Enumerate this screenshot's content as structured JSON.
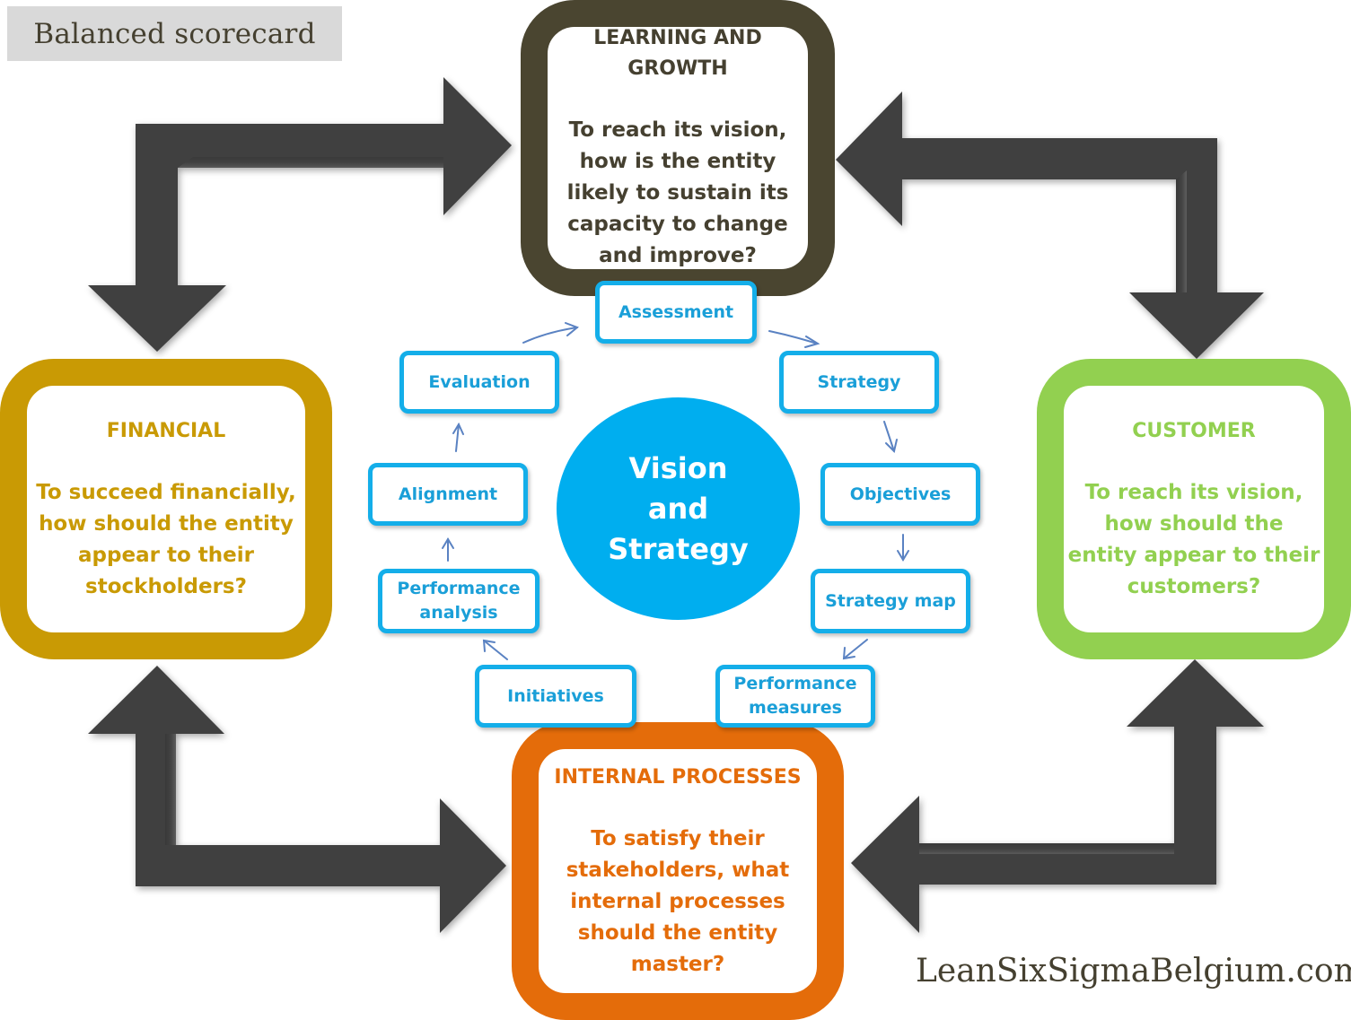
{
  "title": "Balanced scorecard",
  "watermark": "LeanSixSigmaBelgium.com",
  "colors": {
    "learning": "#4a4530",
    "financial": "#c99a04",
    "customer": "#92d050",
    "internal": "#e46c0a",
    "vision": "#00aeef",
    "step_border": "#14aee9",
    "step_text": "#1a9fd8",
    "big_arrow": "#404040",
    "flow_arrow": "#4f7fc0"
  },
  "perspectives": {
    "learning": {
      "title_line1": "LEARNING AND",
      "title_line2": "GROWTH",
      "question": [
        "To reach its vision,",
        "how is the entity",
        "likely to sustain its",
        "capacity to change",
        "and improve?"
      ]
    },
    "financial": {
      "title": "FINANCIAL",
      "question": [
        "To succeed financially,",
        "how should the entity",
        "appear to their",
        "stockholders?"
      ]
    },
    "customer": {
      "title": "CUSTOMER",
      "question": [
        "To reach its vision,",
        "how should the",
        "entity appear to their",
        "customers?"
      ]
    },
    "internal": {
      "title": "INTERNAL PROCESSES",
      "question": [
        "To satisfy their",
        "stakeholders, what",
        "internal processes",
        "should the entity",
        "master?"
      ]
    }
  },
  "center": {
    "lines": [
      "Vision",
      "and",
      "Strategy"
    ]
  },
  "cycle_steps": [
    {
      "line1": "Assessment",
      "line2": ""
    },
    {
      "line1": "Strategy",
      "line2": ""
    },
    {
      "line1": "Objectives",
      "line2": ""
    },
    {
      "line1": "Strategy map",
      "line2": ""
    },
    {
      "line1": "Performance",
      "line2": "measures"
    },
    {
      "line1": "Initiatives",
      "line2": ""
    },
    {
      "line1": "Performance",
      "line2": "analysis"
    },
    {
      "line1": "Alignment",
      "line2": ""
    },
    {
      "line1": "Evaluation",
      "line2": ""
    }
  ],
  "big_arrows": [
    {
      "name": "financial-learning",
      "from": "Financial",
      "to": "Learning and Growth",
      "bidirectional": true
    },
    {
      "name": "learning-customer",
      "from": "Learning and Growth",
      "to": "Customer",
      "bidirectional": true
    },
    {
      "name": "financial-internal",
      "from": "Financial",
      "to": "Internal Processes",
      "bidirectional": true
    },
    {
      "name": "customer-internal",
      "from": "Customer",
      "to": "Internal Processes",
      "bidirectional": true
    }
  ]
}
